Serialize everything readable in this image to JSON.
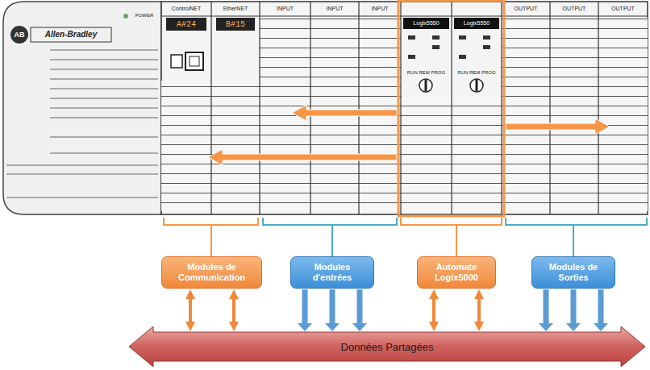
{
  "diagram": {
    "nodes": [
      {
        "text": [
          "Modules de Communication"
        ]
      },
      {
        "text": [
          "Modules d'entrées"
        ]
      },
      {
        "text": [
          "Automate Logix5000"
        ]
      },
      {
        "text": [
          "Modules de Sorties"
        ]
      },
      {
        "text": [
          "Données Partagées"
        ]
      }
    ],
    "edges": [
      {
        "from": 0,
        "to": 4,
        "arrow": "both"
      },
      {
        "from": 0,
        "to": 4,
        "arrow": "both"
      },
      {
        "from": 1,
        "to": 4,
        "arrow": "to"
      },
      {
        "from": 1,
        "to": 4,
        "arrow": "to"
      },
      {
        "from": 1,
        "to": 4,
        "arrow": "to"
      },
      {
        "from": 2,
        "to": 4,
        "arrow": "both"
      },
      {
        "from": 2,
        "to": 4,
        "arrow": "both"
      },
      {
        "from": 3,
        "to": 4,
        "arrow": "to"
      },
      {
        "from": 3,
        "to": 4,
        "arrow": "to"
      },
      {
        "from": 3,
        "to": 4,
        "arrow": "to"
      }
    ],
    "labels": [
      "AB",
      "Allen-Bradley",
      "POWER",
      "ControlNET",
      "EtherNET",
      "A#24",
      "B#15",
      "INPUT",
      "INPUT",
      "INPUT",
      "Logix5550",
      "Logix5550",
      "RUN REM PROG",
      "RUN REM PROG",
      "OUTPUT",
      "OUTPUT",
      "OUTPUT"
    ]
  }
}
